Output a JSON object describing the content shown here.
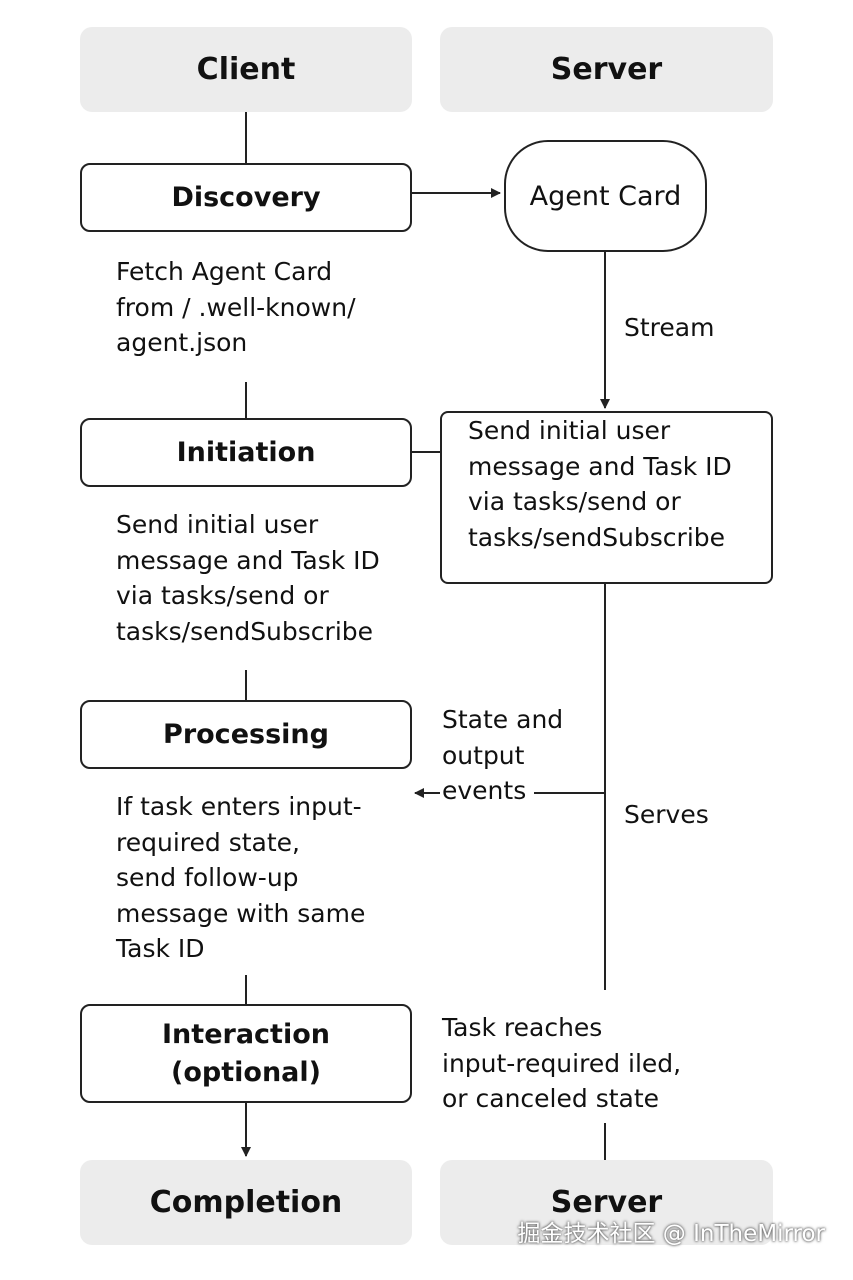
{
  "headers": {
    "client": "Client",
    "server_top": "Server",
    "completion": "Completion",
    "server_bottom": "Server"
  },
  "client_steps": {
    "discovery": "Discovery",
    "initiation": "Initiation",
    "processing": "Processing",
    "interaction": [
      "Interaction",
      "(optional)"
    ]
  },
  "client_notes": {
    "discovery": [
      "Fetch Agent Card",
      "from / .well-known/",
      "agent.json"
    ],
    "initiation": [
      "Send initial user",
      "message and Task ID",
      "via tasks/send or",
      "tasks/sendSubscribe"
    ],
    "processing": [
      "If task enters input-",
      "required state,",
      "send follow-up",
      "message with same",
      "Task ID"
    ]
  },
  "server_nodes": {
    "agent_card": "Agent Card",
    "send_box": [
      "Send initial user",
      "message and Task ID",
      "via tasks/send or",
      "tasks/sendSubscribe"
    ]
  },
  "edge_labels": {
    "stream": "Stream",
    "serves": "Serves",
    "state_events": [
      "State and",
      "output",
      "events"
    ],
    "task_reaches": [
      "Task reaches",
      "input-required iled,",
      "or canceled state"
    ]
  },
  "watermark": "掘金技术社区 @ InTheMirror",
  "colors": {
    "line": "#222222",
    "header_bg": "#ececec"
  }
}
